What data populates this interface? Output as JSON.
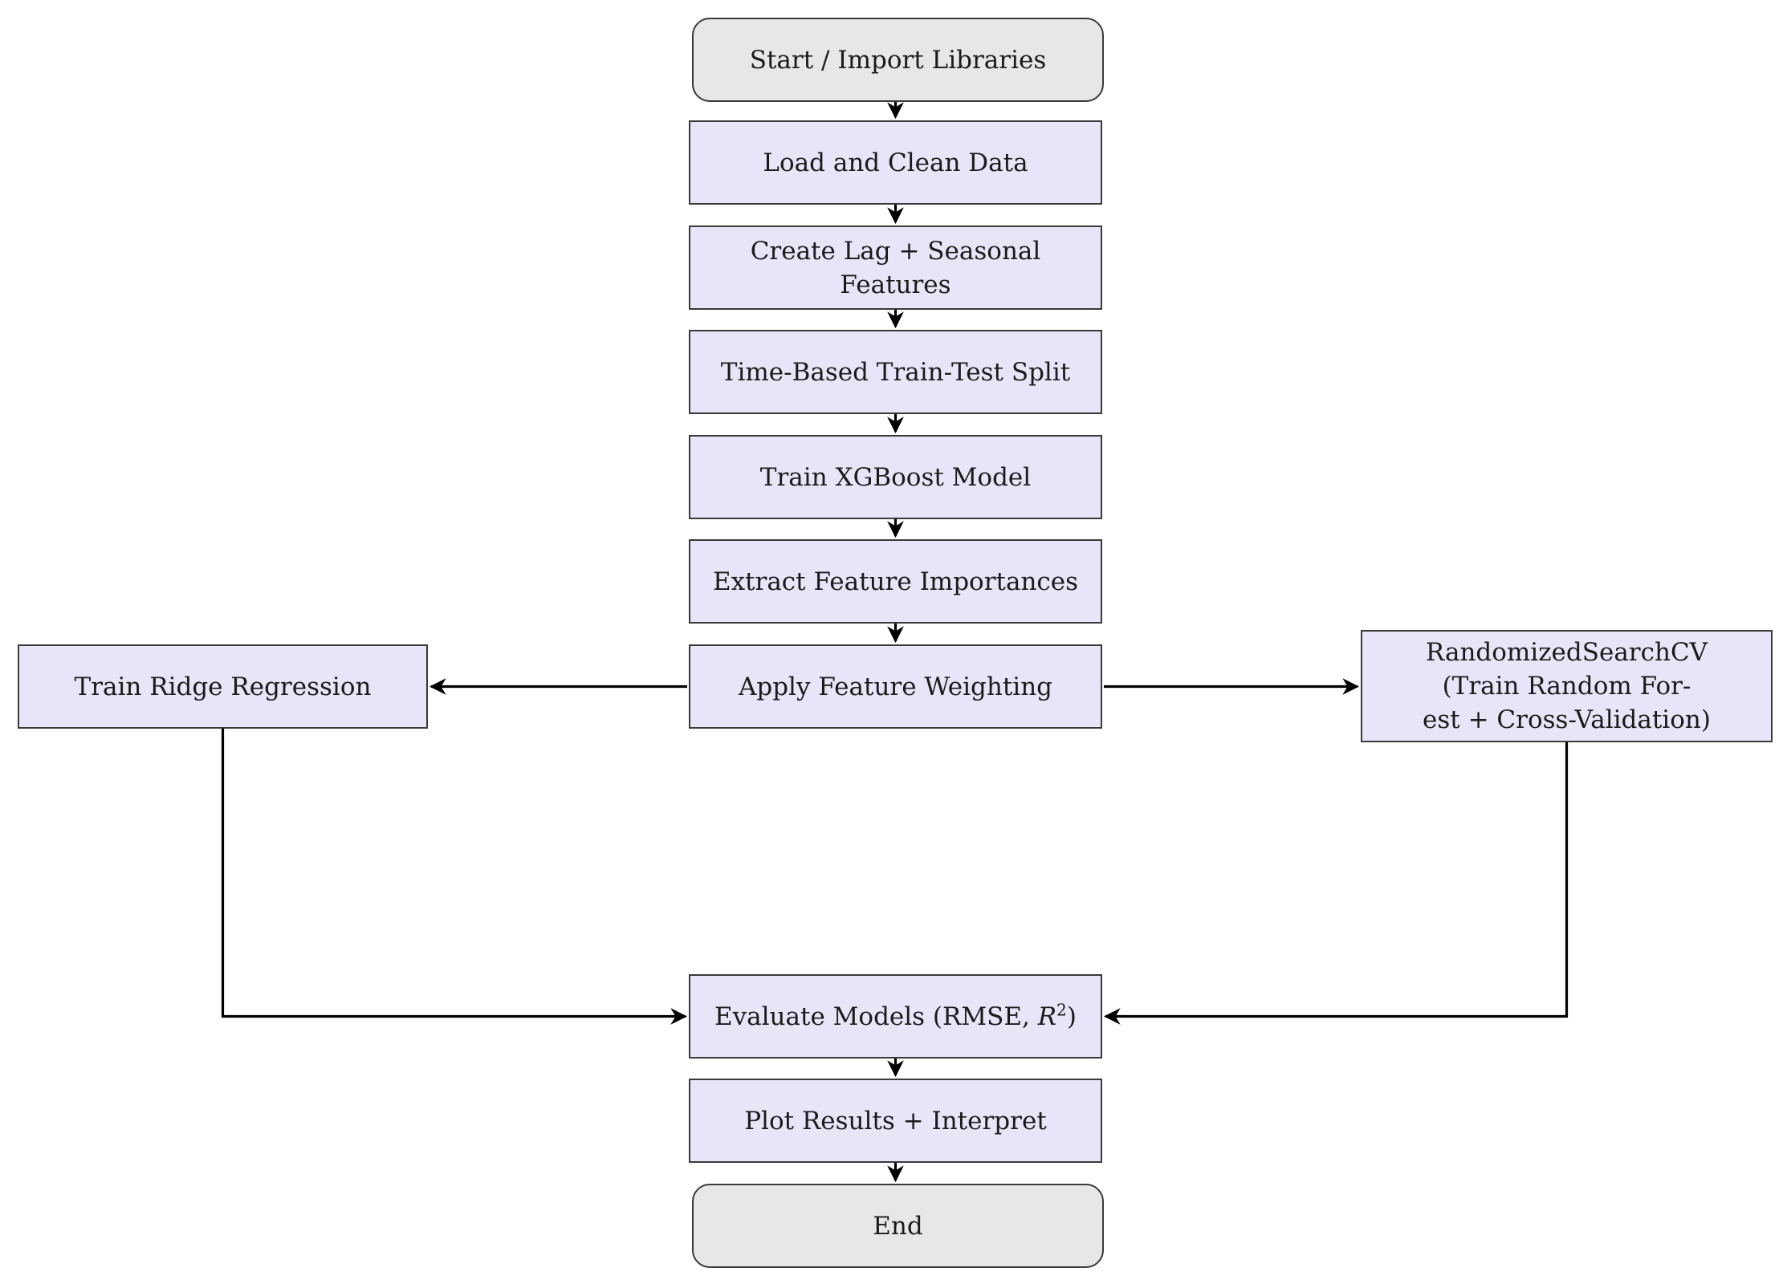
{
  "diagram": {
    "title": "ML forecasting pipeline flowchart",
    "colors": {
      "process_fill": "#e6e6f8",
      "terminal_fill": "#e7e7e7",
      "border": "#3a3a3a",
      "arrow": "#000000",
      "text": "#1b1b1b"
    },
    "nodes": [
      {
        "id": "start",
        "type": "terminal",
        "label": "Start / Import Libraries"
      },
      {
        "id": "load",
        "type": "process",
        "label": "Load and Clean Data"
      },
      {
        "id": "lag",
        "type": "process",
        "label": "Create Lag + Seasonal Features"
      },
      {
        "id": "split",
        "type": "process",
        "label": "Time-Based Train-Test Split"
      },
      {
        "id": "xgb",
        "type": "process",
        "label": "Train XGBoost Model"
      },
      {
        "id": "extract",
        "type": "process",
        "label": "Extract Feature Importances"
      },
      {
        "id": "weight",
        "type": "process",
        "label": "Apply Feature Weighting"
      },
      {
        "id": "ridge",
        "type": "process",
        "label": "Train Ridge Regression"
      },
      {
        "id": "rscv",
        "type": "process",
        "lines": [
          "RandomizedSearchCV",
          "(Train Random For-",
          "est + Cross-Validation)"
        ]
      },
      {
        "id": "evaluate",
        "type": "process",
        "label_prefix": "Evaluate Models (RMSE, ",
        "math_var": "R",
        "math_sup": "2",
        "label_suffix": ")"
      },
      {
        "id": "plot",
        "type": "process",
        "label": "Plot Results + Interpret"
      },
      {
        "id": "end",
        "type": "terminal",
        "label": "End"
      }
    ],
    "edges": [
      {
        "from": "start",
        "to": "load",
        "style": "arrow-down"
      },
      {
        "from": "load",
        "to": "lag",
        "style": "arrow-down"
      },
      {
        "from": "lag",
        "to": "split",
        "style": "arrow-down"
      },
      {
        "from": "split",
        "to": "xgb",
        "style": "arrow-down"
      },
      {
        "from": "xgb",
        "to": "extract",
        "style": "arrow-down"
      },
      {
        "from": "extract",
        "to": "weight",
        "style": "arrow-down"
      },
      {
        "from": "weight",
        "to": "ridge",
        "style": "arrow-left"
      },
      {
        "from": "weight",
        "to": "rscv",
        "style": "arrow-right"
      },
      {
        "from": "ridge",
        "to": "evaluate",
        "style": "elbow-down-right"
      },
      {
        "from": "rscv",
        "to": "evaluate",
        "style": "elbow-down-left"
      },
      {
        "from": "evaluate",
        "to": "plot",
        "style": "arrow-down"
      },
      {
        "from": "plot",
        "to": "end",
        "style": "arrow-down"
      }
    ]
  }
}
